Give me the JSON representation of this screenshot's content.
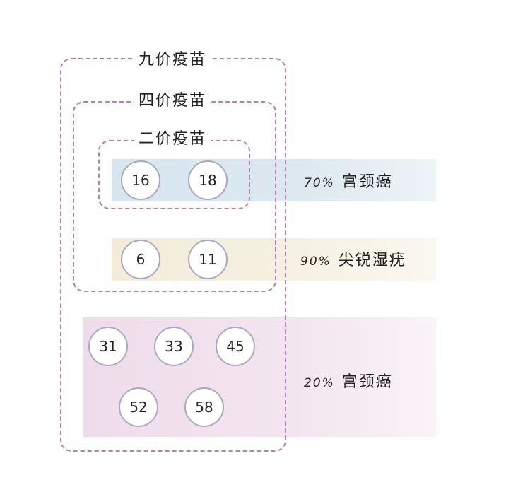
{
  "vaccines": {
    "nine": "九价疫苗",
    "four": "四价疫苗",
    "two": "二价疫苗"
  },
  "groups": [
    {
      "types": [
        "16",
        "18"
      ],
      "percent": "70%",
      "disease": "宫颈癌",
      "color": "#d9e6ee"
    },
    {
      "types": [
        "6",
        "11"
      ],
      "percent": "90%",
      "disease": "尖锐湿疣",
      "color": "#f5efdf"
    },
    {
      "types": [
        "31",
        "33",
        "45",
        "52",
        "58"
      ],
      "percent": "20%",
      "disease": "宫颈癌",
      "color": "#f1e0ec"
    }
  ],
  "border_color": "#b57fbd"
}
